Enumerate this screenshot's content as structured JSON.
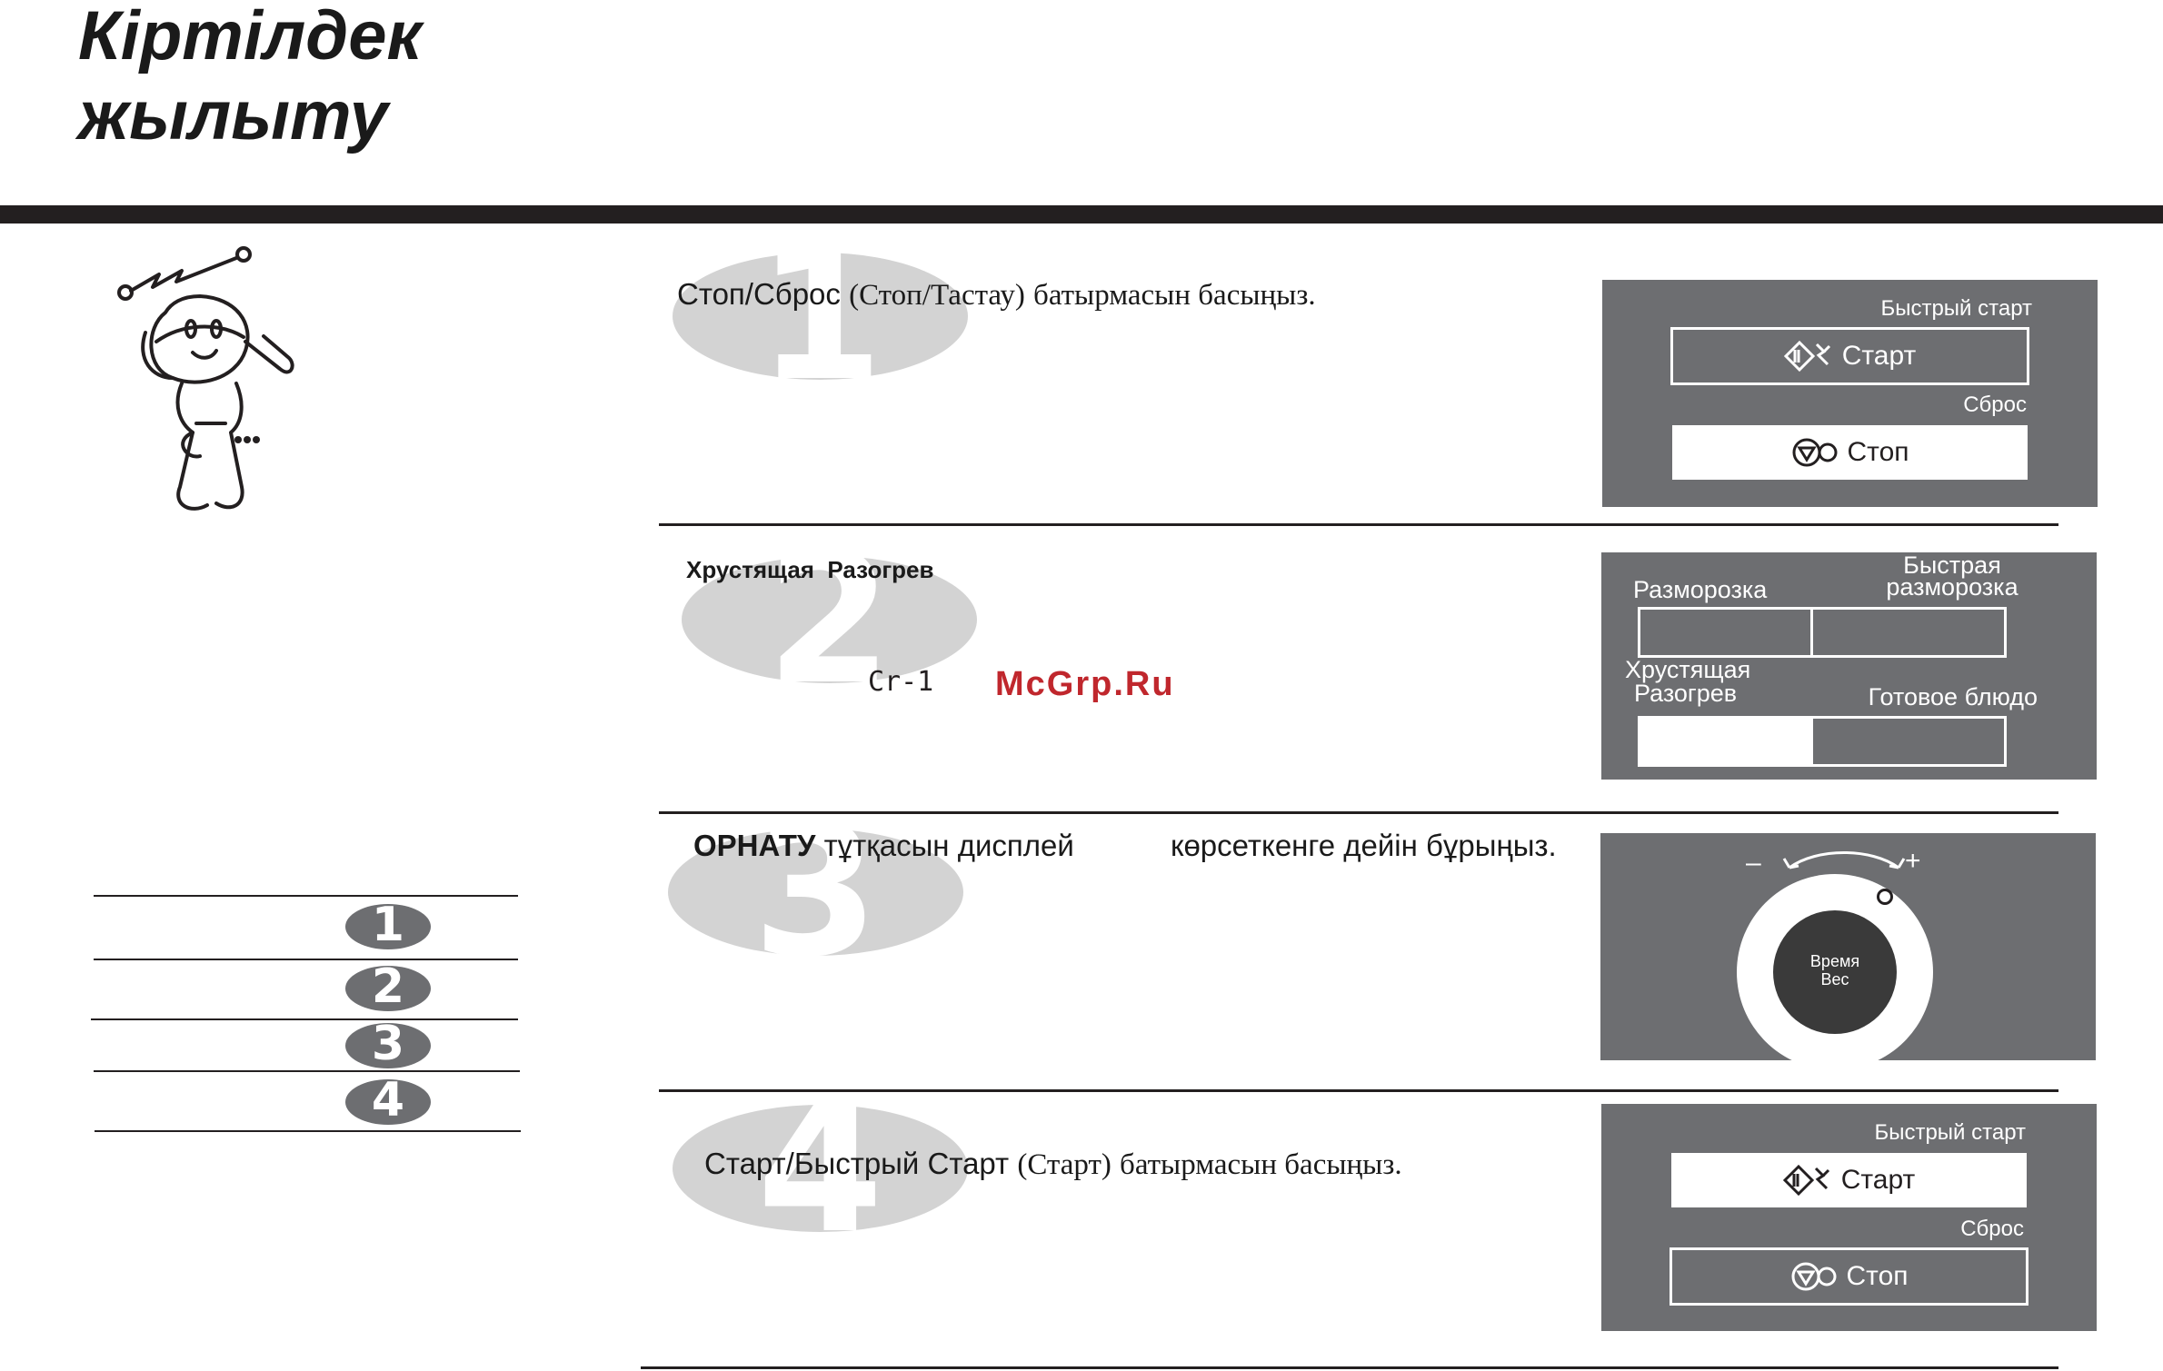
{
  "header": {
    "title_line1": "Кіртілдек",
    "title_line2": "жылыту"
  },
  "steps": [
    {
      "number": "1",
      "text_before": "Стоп/Сброс",
      "text_serif": "(Стоп/Тастау)",
      "text_after": "батырмасын басыңыз."
    },
    {
      "number": "2",
      "heading": "Хрустящая  Разогрев",
      "display_code": "Cr-1"
    },
    {
      "number": "3",
      "text_bold": "ОРНАТУ",
      "text_mid": "тұтқасын дисплей",
      "text_end": "көрсеткенге дейін бұрыңыз."
    },
    {
      "number": "4",
      "text_before": "Старт/Быстрый Старт",
      "text_serif": "(Старт)",
      "text_after": "батырмасын басыңыз."
    }
  ],
  "watermark": "McGrp.Ru",
  "panel1": {
    "quick_start_label": "Быстрый старт",
    "start_label": "Старт",
    "reset_label": "Сброс",
    "stop_label": "Стоп"
  },
  "panel2": {
    "defrost_label": "Разморозка",
    "quick_defrost_line1": "Быстрая",
    "quick_defrost_line2": "разморозка",
    "crispy_line1": "Хрустящая",
    "crispy_line2": "Разогрев",
    "ready_meal_label": "Готовое блюдо"
  },
  "panel3": {
    "minus": "–",
    "plus": "+",
    "knob_line1": "Время",
    "knob_line2": "Вес"
  },
  "panel4": {
    "quick_start_label": "Быстрый старт",
    "start_label": "Старт",
    "reset_label": "Сброс",
    "stop_label": "Стоп"
  },
  "sidebar": {
    "numbers": [
      "1",
      "2",
      "3",
      "4"
    ]
  },
  "colors": {
    "panel_gray": "#6d6e71",
    "number_gray": "#d3d3d3",
    "watermark_red": "#c0272d",
    "ink": "#231f20"
  },
  "icons": [
    "mascot-character",
    "start-icon",
    "stop-icon"
  ]
}
